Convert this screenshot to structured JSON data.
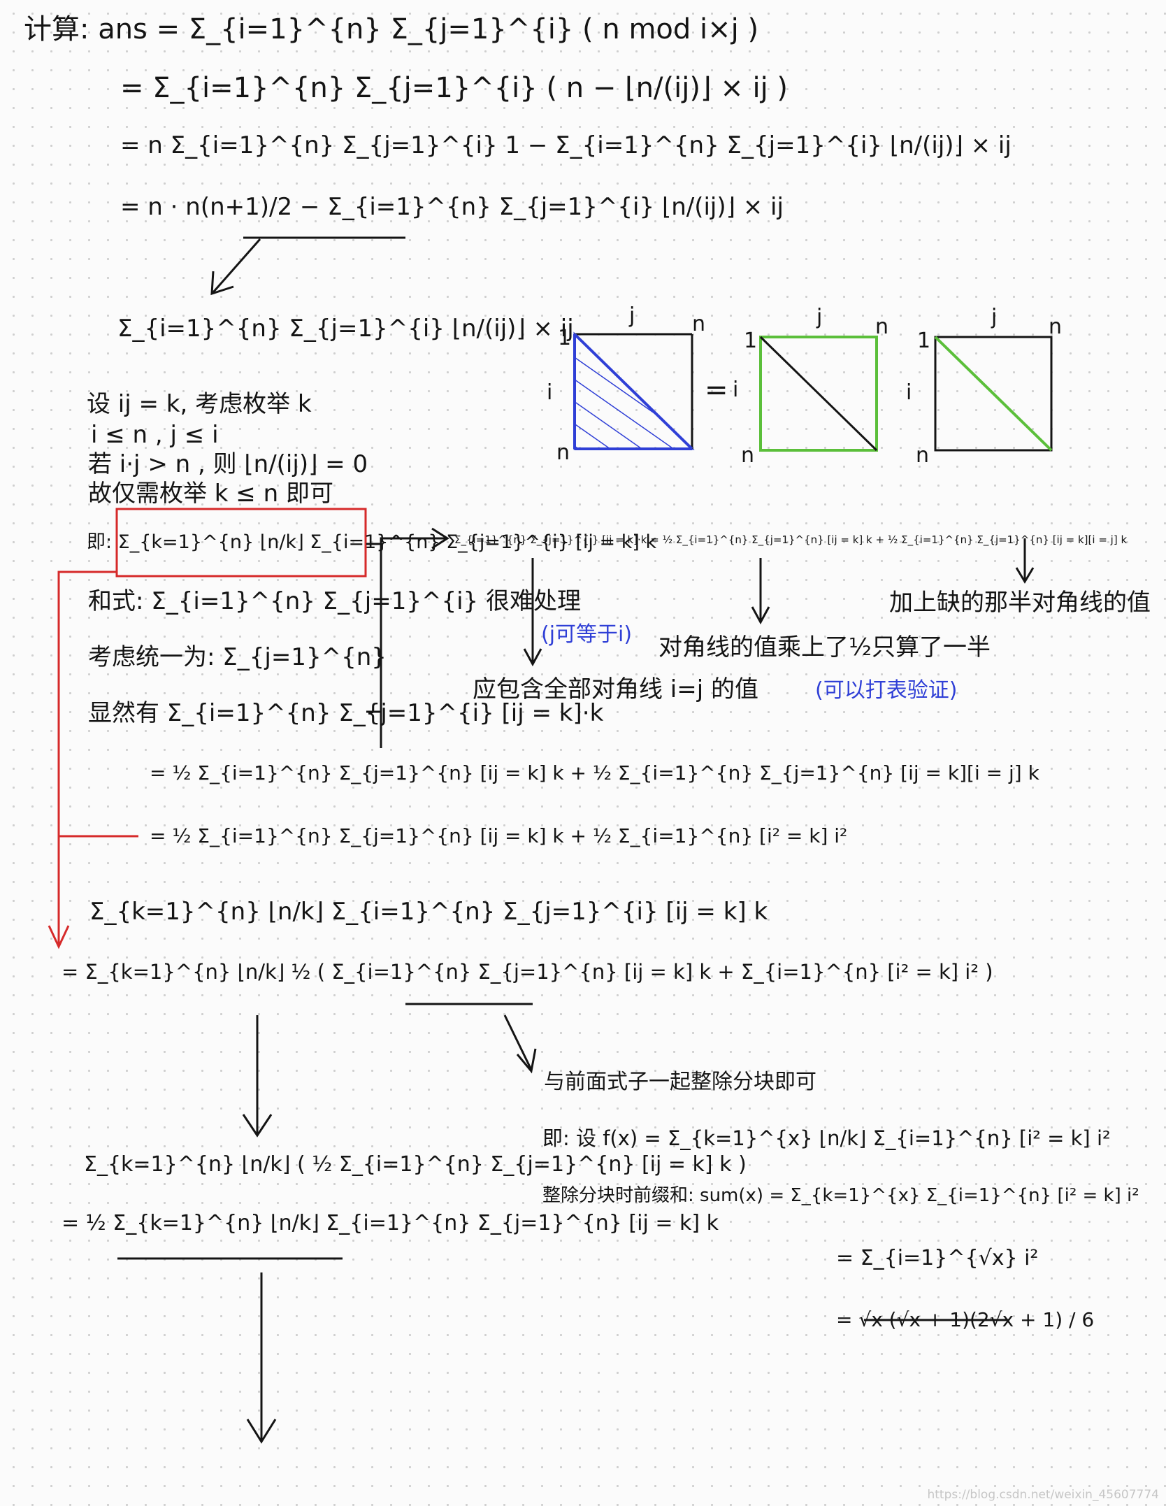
{
  "lines": {
    "l1": "计算: ans = Σ_{i=1}^{n} Σ_{j=1}^{i} ( n  mod  i×j )",
    "l2": "= Σ_{i=1}^{n} Σ_{j=1}^{i} ( n − ⌊n/(ij)⌋ × ij )",
    "l3": "= n Σ_{i=1}^{n} Σ_{j=1}^{i} 1 − Σ_{i=1}^{n} Σ_{j=1}^{i} ⌊n/(ij)⌋ × ij",
    "l4": "= n · n(n+1)/2 − Σ_{i=1}^{n} Σ_{j=1}^{i} ⌊n/(ij)⌋ × ij",
    "l5": "Σ_{i=1}^{n} Σ_{j=1}^{i} ⌊n/(ij)⌋ × ij",
    "l6": "设 ij = k, 考虑枚举 k",
    "l7": "i ≤ n , j ≤ i",
    "l8": "若 i·j > n , 则 ⌊n/(ij)⌋ = 0",
    "l9": "故仅需枚举 k ≤ n 即可",
    "l10": "即: Σ_{k=1}^{n} ⌊n/k⌋ Σ_{i=1}^{n} Σ_{j=1}^{i} [ij = k] k",
    "l11": "和式: Σ_{i=1}^{n} Σ_{j=1}^{i}   很难处理",
    "l12": "考虑统一为: Σ_{j=1}^{n}",
    "l13": "显然有 Σ_{i=1}^{n} Σ_{j=1}^{i} [ij = k]·k",
    "l14": "= ½ Σ_{i=1}^{n} Σ_{j=1}^{n} [ij = k] k + ½ Σ_{i=1}^{n} Σ_{j=1}^{n} [ij = k][i = j] k",
    "l15": "= ½ Σ_{i=1}^{n} Σ_{j=1}^{n} [ij = k] k + ½ Σ_{i=1}^{n} [i² = k] i²",
    "l16": "Σ_{k=1}^{n} ⌊n/k⌋ Σ_{i=1}^{n} Σ_{j=1}^{i} [ij = k] k",
    "l17": "= Σ_{k=1}^{n} ⌊n/k⌋  ½ ( Σ_{i=1}^{n} Σ_{j=1}^{n} [ij = k] k + Σ_{i=1}^{n} [i² = k] i² )",
    "l18": "Σ_{k=1}^{n} ⌊n/k⌋ ( ½ Σ_{i=1}^{n} Σ_{j=1}^{n} [ij = k] k )",
    "l19": "= ½ Σ_{k=1}^{n} ⌊n/k⌋ Σ_{i=1}^{n} Σ_{j=1}^{n} [ij = k] k",
    "r1": "Σ_{i=1}^{n} Σ_{j=1}^{i} [ij = k]·k = ½ Σ_{i=1}^{n} Σ_{j=1}^{n} [ij = k] k + ½ Σ_{i=1}^{n} Σ_{j=1}^{n} [ij = k][i = j] k",
    "r2": "加上缺的那半对角线的值",
    "r3": "(j可等于i)",
    "r4": "对角线的值乘上了½只算了一半",
    "r5": "应包含全部对角线 i=j 的值",
    "r6": "(可以打表验证)",
    "r7": "与前面式子一起整除分块即可",
    "r8": "即:    设 f(x) = Σ_{k=1}^{x} ⌊n/k⌋ Σ_{i=1}^{n} [i² = k] i²",
    "r9": "整除分块时前缀和: sum(x) = Σ_{k=1}^{x} Σ_{i=1}^{n} [i² = k] i²",
    "r10": "= Σ_{i=1}^{√x} i²",
    "r11": "= √x (√x + 1)(2√x + 1) / 6"
  },
  "diagram": {
    "label_one": "1",
    "label_n": "n",
    "label_i": "i",
    "label_j": "j",
    "equals": "=",
    "colors": {
      "blue": "#2f3fd6",
      "green": "#5bbf3a",
      "red": "#d62a2a",
      "ink": "#141414"
    }
  },
  "watermark": "https://blog.csdn.net/weixin_45607774"
}
